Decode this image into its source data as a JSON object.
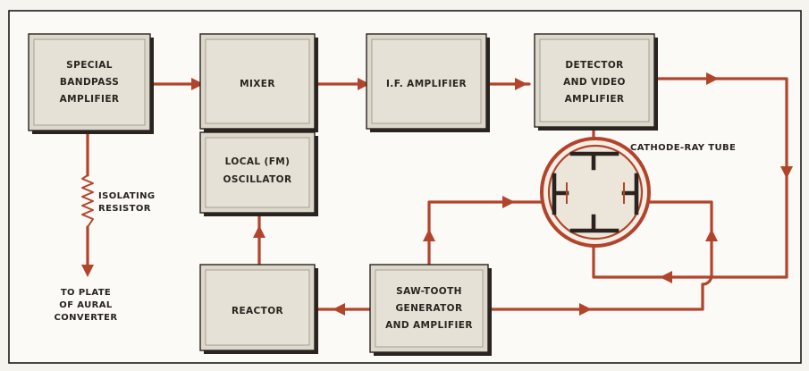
{
  "colors": {
    "wire": "#b2442c",
    "block_fill": "#ddd8cc",
    "block_border": "#2a2320",
    "text": "#2a2320",
    "background": "#fbfaf6"
  },
  "blocks": {
    "bandpass": {
      "line1": "SPECIAL",
      "line2": "BANDPASS",
      "line3": "AMPLIFIER"
    },
    "mixer": {
      "line1": "MIXER"
    },
    "oscillator": {
      "line1": "LOCAL (FM)",
      "line2": "OSCILLATOR"
    },
    "if_amp": {
      "line1": "I.F. AMPLIFIER"
    },
    "detector": {
      "line1": "DETECTOR",
      "line2": "AND VIDEO",
      "line3": "AMPLIFIER"
    },
    "reactor": {
      "line1": "REACTOR"
    },
    "sawtooth": {
      "line1": "SAW-TOOTH",
      "line2": "GENERATOR",
      "line3": "AND AMPLIFIER"
    }
  },
  "labels": {
    "crt": "CATHODE-RAY TUBE",
    "isolating_line1": "ISOLATING",
    "isolating_line2": "RESISTOR",
    "plate_line1": "TO PLATE",
    "plate_line2": "OF AURAL",
    "plate_line3": "CONVERTER"
  }
}
